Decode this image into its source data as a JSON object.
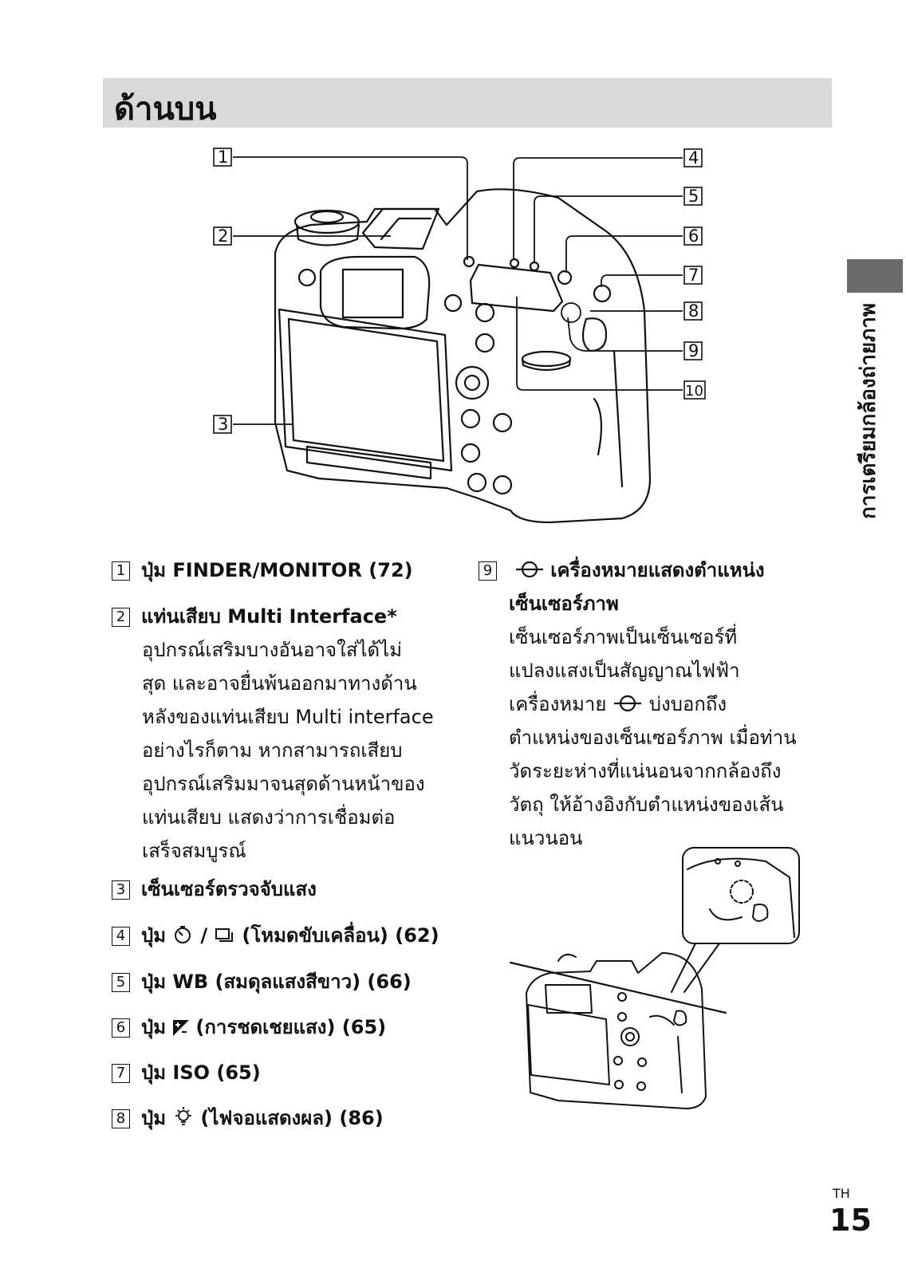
{
  "title": "ด้านบน",
  "side_label": "การเตรียมกล้องถ่ายภาพ",
  "diagram": {
    "callouts": [
      "1",
      "2",
      "3",
      "4",
      "5",
      "6",
      "7",
      "8",
      "9",
      "10"
    ]
  },
  "items": [
    {
      "num": "1",
      "text": "ปุ่ม FINDER/MONITOR  (72)"
    },
    {
      "num": "2",
      "text": "แท่นเสียบ Multi Interface*",
      "desc": [
        "อุปกรณ์เสริมบางอันอาจใส่ได้ไม่",
        "สุด และอาจยื่นพ้นออกมาทางด้าน",
        "หลังของแท่นเสียบ Multi interface",
        "อย่างไรก็ตาม หากสามารถเสียบ",
        "อุปกรณ์เสริมมาจนสุดด้านหน้าของ",
        "แท่นเสียบ แสดงว่าการเชื่อมต่อ",
        "เสร็จสมบูรณ์"
      ]
    },
    {
      "num": "3",
      "text": "เซ็นเซอร์ตรวจจับแสง"
    },
    {
      "num": "4",
      "text_before": "ปุ่ม",
      "text": "(โหมดขับเคลื่อน) (62)"
    },
    {
      "num": "5",
      "text": "ปุ่ม WB (สมดุลแสงสีขาว) (66)"
    },
    {
      "num": "6",
      "text_before": "ปุ่ม",
      "text": "(การชดเชยแสง) (65)"
    },
    {
      "num": "7",
      "text": "ปุ่ม ISO (65)"
    },
    {
      "num": "8",
      "text_before": "ปุ่ม",
      "text": "(ไฟจอแสดงผล) (86)"
    },
    {
      "num": "9",
      "text": "เครื่องหมายแสดงตำแหน่ง",
      "text2": "เซ็นเซอร์ภาพ",
      "desc1": [
        "เซ็นเซอร์ภาพเป็นเซ็นเซอร์ที่",
        "แปลงแสงเป็นสัญญาณไฟฟ้า"
      ],
      "desc_mark_before": "เครื่องหมาย",
      "desc_mark_after": "บ่งบอกถึง",
      "desc2": [
        "ตำแหน่งของเซ็นเซอร์ภาพ เมื่อท่าน",
        "วัดระยะห่างที่แน่นอนจากกล้องถึง",
        "วัตถุ ให้อ้างอิงกับตำแหน่งของเส้น",
        "แนวนอน"
      ]
    }
  ],
  "lang": "TH",
  "page_number": "15"
}
